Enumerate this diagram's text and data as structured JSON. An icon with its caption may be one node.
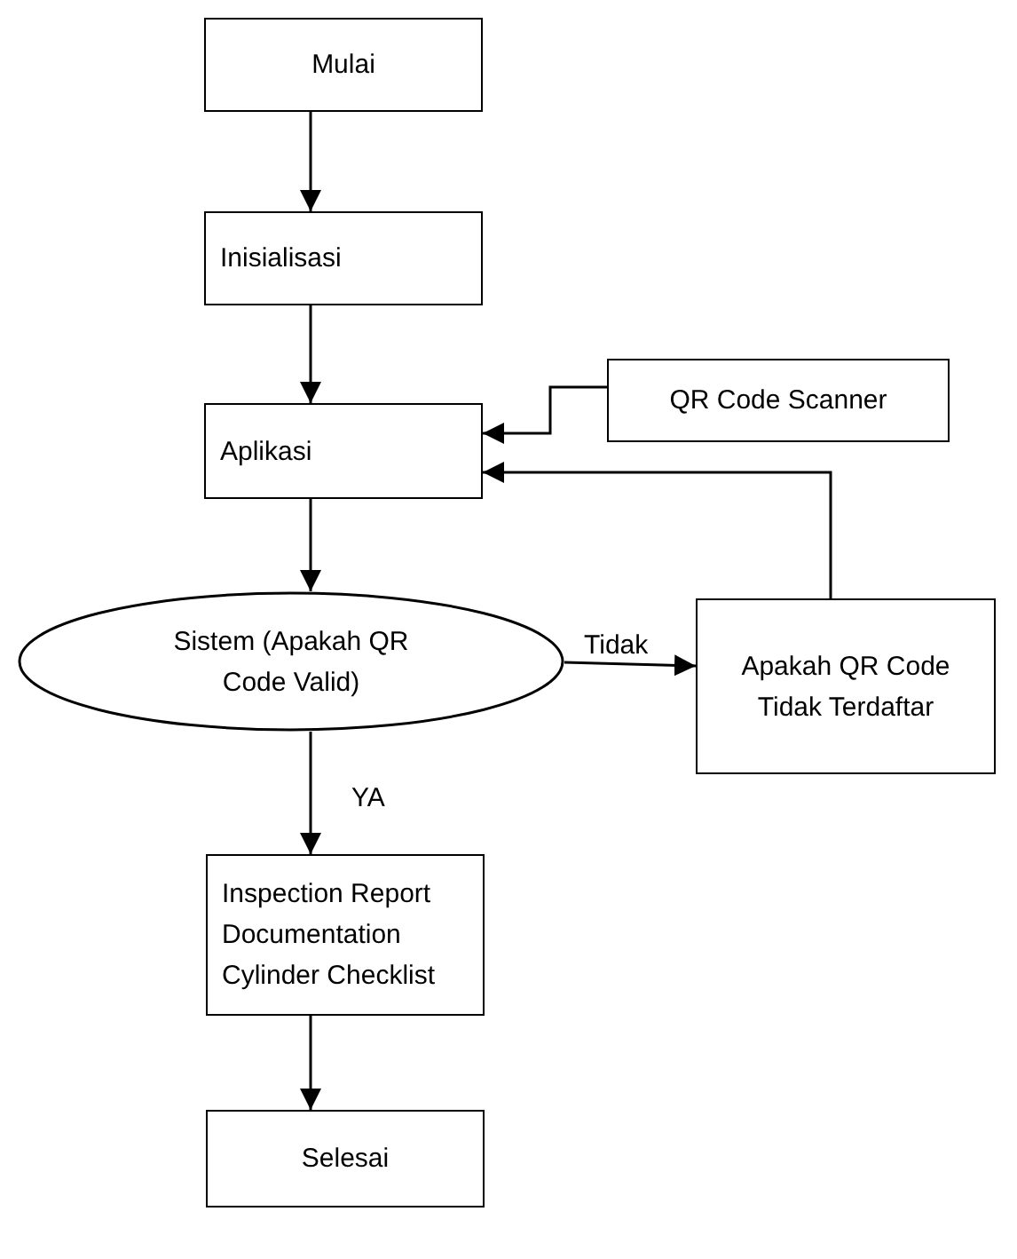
{
  "diagram": {
    "nodes": [
      {
        "text": [
          "Mulai"
        ]
      },
      {
        "text": [
          "Inisialisasi"
        ]
      },
      {
        "text": [
          "Aplikasi"
        ]
      },
      {
        "text": [
          "QR Code Scanner"
        ]
      },
      {
        "text": [
          "Sistem (Apakah QR Code Valid)"
        ]
      },
      {
        "text": [
          "Apakah QR Code Tidak Terdaftar"
        ]
      },
      {
        "text": [
          "Inspection Report Documentation Cylinder Checklist"
        ]
      },
      {
        "text": [
          "Selesai"
        ]
      }
    ],
    "edges": [
      {
        "from": 0,
        "to": 1,
        "arrow": "to"
      },
      {
        "from": 1,
        "to": 2,
        "arrow": "to"
      },
      {
        "from": 3,
        "to": 2,
        "arrow": "to"
      },
      {
        "from": 5,
        "to": 2,
        "arrow": "to"
      },
      {
        "from": 2,
        "to": 4,
        "arrow": "to"
      },
      {
        "from": 4,
        "to": 5,
        "arrow": "to",
        "label": "Tidak"
      },
      {
        "from": 4,
        "to": 6,
        "arrow": "to",
        "label": "YA"
      },
      {
        "from": 6,
        "to": 7,
        "arrow": "to"
      }
    ]
  }
}
